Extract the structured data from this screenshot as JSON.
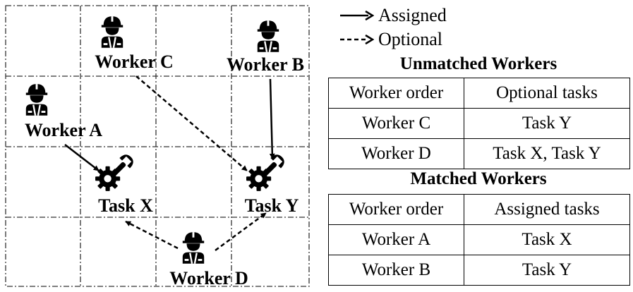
{
  "legend": {
    "assigned": "Assigned",
    "optional": "Optional"
  },
  "unmatched": {
    "title": "Unmatched Workers",
    "header": [
      "Worker order",
      "Optional tasks"
    ],
    "rows": [
      [
        "Worker C",
        "Task Y"
      ],
      [
        "Worker D",
        "Task X, Task Y"
      ]
    ]
  },
  "matched": {
    "title": "Matched Workers",
    "header": [
      "Worker order",
      "Assigned tasks"
    ],
    "rows": [
      [
        "Worker A",
        "Task X"
      ],
      [
        "Worker B",
        "Task Y"
      ]
    ]
  },
  "map": {
    "workers": {
      "a": "Worker A",
      "b": "Worker B",
      "c": "Worker C",
      "d": "Worker D"
    },
    "tasks": {
      "x": "Task X",
      "y": "Task Y"
    }
  }
}
